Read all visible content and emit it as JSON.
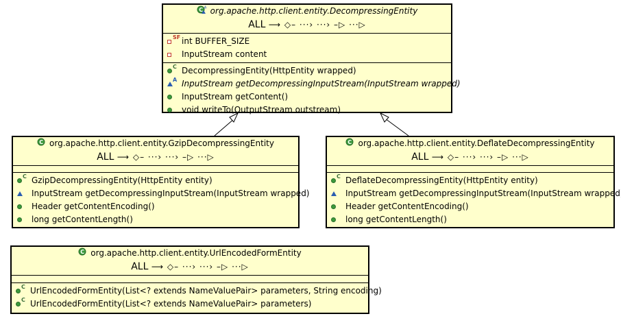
{
  "filter_label": "ALL",
  "filter_symbols": "⟶ ◇– ···› ···› –▷ ···▷",
  "classes": {
    "decompressing": {
      "name": "org.apache.http.client.entity.DecompressingEntity",
      "fields": [
        {
          "text": "int BUFFER_SIZE",
          "modifier": "SF"
        },
        {
          "text": "InputStream content"
        }
      ],
      "methods": [
        {
          "text": "DecompressingEntity(HttpEntity wrapped)",
          "modifier": "C"
        },
        {
          "text": "InputStream getDecompressingInputStream(InputStream wrapped)",
          "modifier": "A"
        },
        {
          "text": "InputStream getContent()"
        },
        {
          "text": "void writeTo(OutputStream outstream)"
        }
      ]
    },
    "gzip": {
      "name": "org.apache.http.client.entity.GzipDecompressingEntity",
      "methods": [
        {
          "text": "GzipDecompressingEntity(HttpEntity entity)",
          "modifier": "C"
        },
        {
          "text": "InputStream getDecompressingInputStream(InputStream wrapped)"
        },
        {
          "text": "Header getContentEncoding()"
        },
        {
          "text": "long getContentLength()"
        }
      ]
    },
    "deflate": {
      "name": "org.apache.http.client.entity.DeflateDecompressingEntity",
      "methods": [
        {
          "text": "DeflateDecompressingEntity(HttpEntity entity)",
          "modifier": "C"
        },
        {
          "text": "InputStream getDecompressingInputStream(InputStream wrapped)"
        },
        {
          "text": "Header getContentEncoding()"
        },
        {
          "text": "long getContentLength()"
        }
      ]
    },
    "urlencoded": {
      "name": "org.apache.http.client.entity.UrlEncodedFormEntity",
      "methods": [
        {
          "text": "UrlEncodedFormEntity(List<? extends NameValuePair> parameters, String encoding)",
          "modifier": "C"
        },
        {
          "text": "UrlEncodedFormEntity(List<? extends NameValuePair> parameters)",
          "modifier": "C"
        }
      ]
    }
  },
  "colors": {
    "box_fill": "#ffffcc",
    "public_method": "#3c9a3c",
    "protected_method": "#2a5db0",
    "private_field": "#c0392b"
  }
}
